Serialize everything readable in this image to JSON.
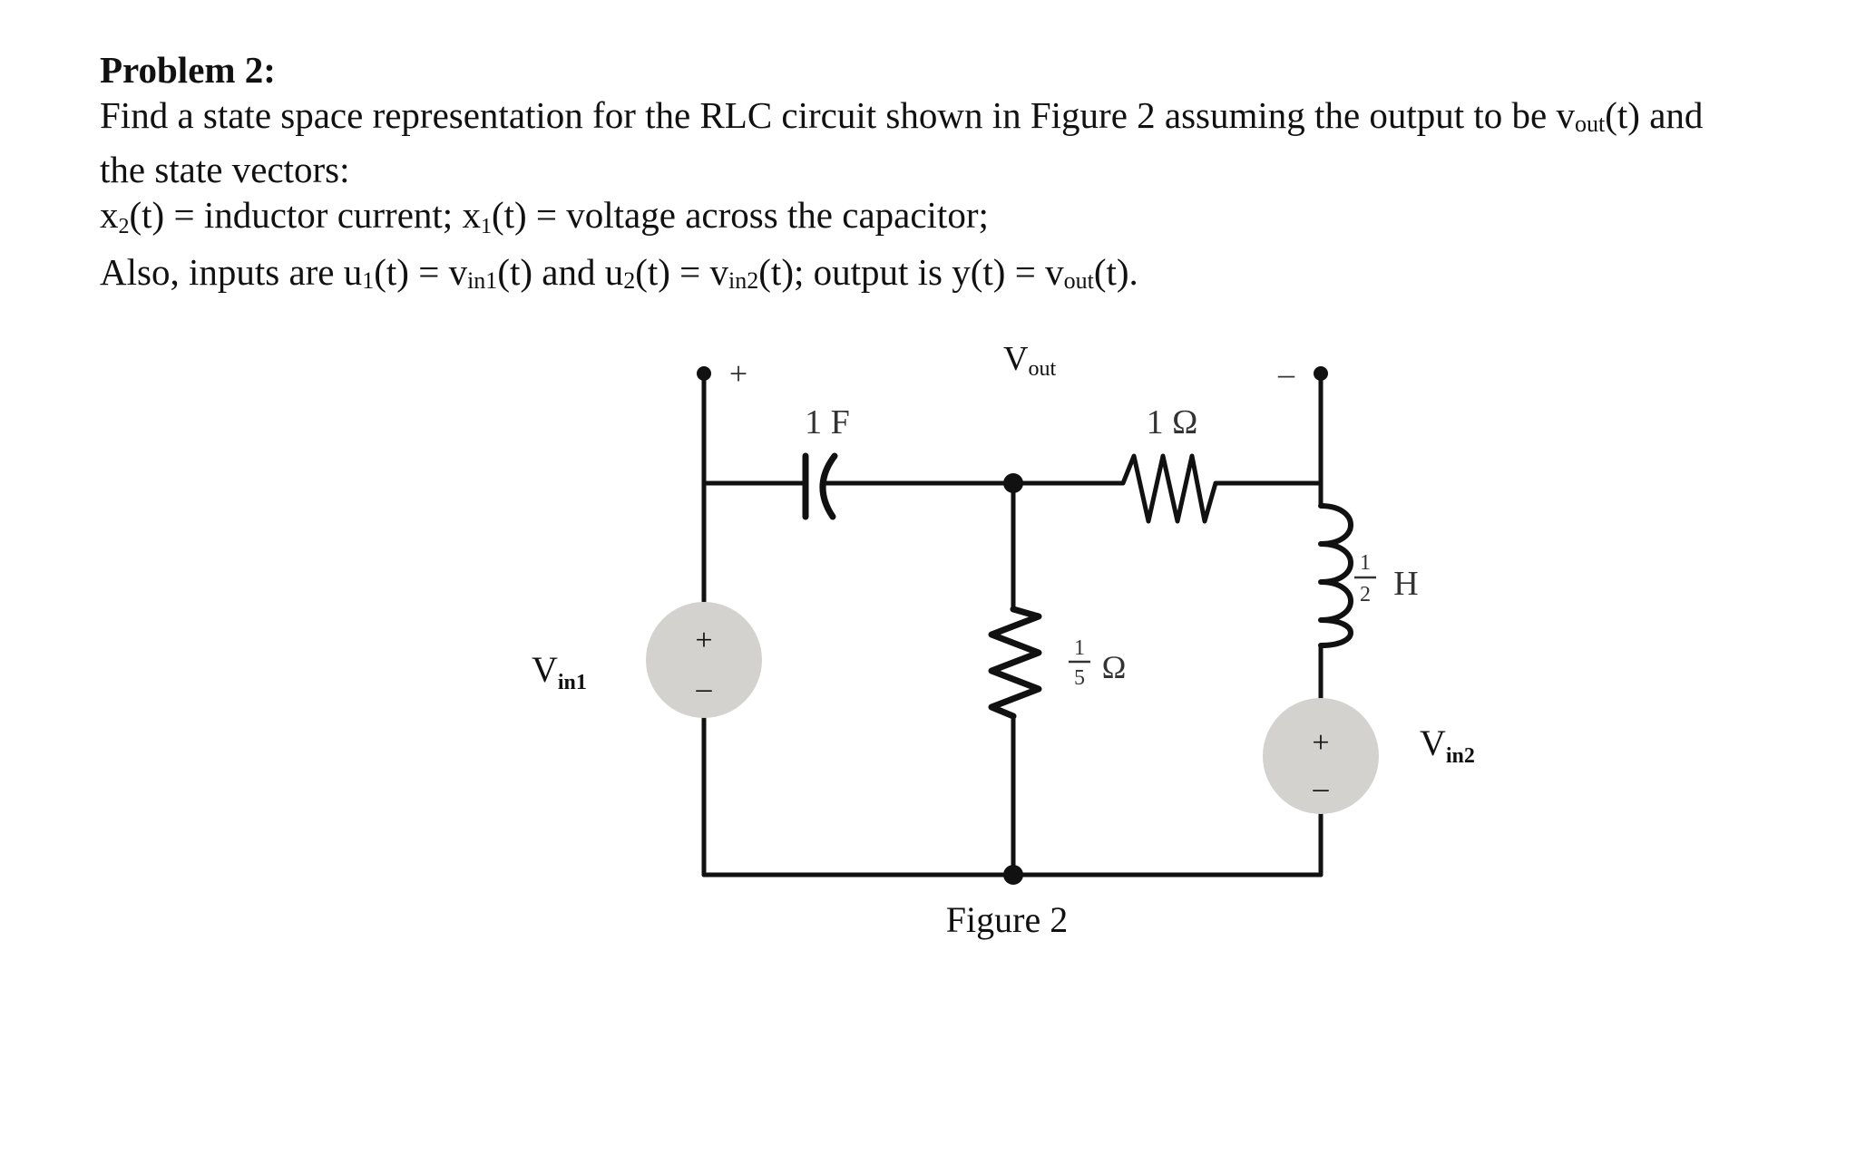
{
  "problem": {
    "title": "Problem 2:",
    "statement": {
      "part1": "Find a state space representation for the RLC circuit shown in Figure 2 assuming the output to be v",
      "vout_sub": "out",
      "part2": "(t) and",
      "line2": "the state vectors:"
    },
    "states_line": {
      "x2": "x",
      "x2_sub": "2",
      "x2_def": "(t) = inductor current;  x",
      "x1_sub": "1",
      "x1_def": "(t) = voltage across the capacitor;"
    },
    "inputs_line": {
      "a": "Also, inputs are u",
      "u1_sub": "1",
      "b": "(t) = v",
      "vin1_sub": "in1",
      "c": "(t) and u",
      "u2_sub": "2",
      "d": "(t) = v",
      "vin2_sub": "in2",
      "e": "(t); output is y(t) = v",
      "vout_sub": "out",
      "f": "(t)."
    }
  },
  "figure": {
    "caption": "Figure 2",
    "labels": {
      "vout_main": "V",
      "vout_sub": "out",
      "plus_terminal": "+",
      "minus_terminal": "–",
      "capacitor": "1 F",
      "resistor_series": "1 Ω",
      "resistor_shunt_num": "1",
      "resistor_shunt_den": "5",
      "resistor_shunt_unit": "Ω",
      "inductor_num": "1",
      "inductor_den": "2",
      "inductor_unit": "H",
      "vin1_main": "V",
      "vin1_sub": "in1",
      "vin2_main": "V",
      "vin2_sub": "in2",
      "source_plus": "+",
      "source_minus": "–"
    },
    "components": [
      {
        "id": "C1",
        "type": "capacitor",
        "value": "1 F"
      },
      {
        "id": "R1",
        "type": "resistor",
        "value": "1 Ω"
      },
      {
        "id": "R2",
        "type": "resistor",
        "value": "1/5 Ω"
      },
      {
        "id": "L1",
        "type": "inductor",
        "value": "1/2 H"
      },
      {
        "id": "Vin1",
        "type": "voltage-source"
      },
      {
        "id": "Vin2",
        "type": "voltage-source"
      }
    ],
    "colors": {
      "wire": "#111111",
      "source_fill": "#d3d2cf"
    }
  }
}
